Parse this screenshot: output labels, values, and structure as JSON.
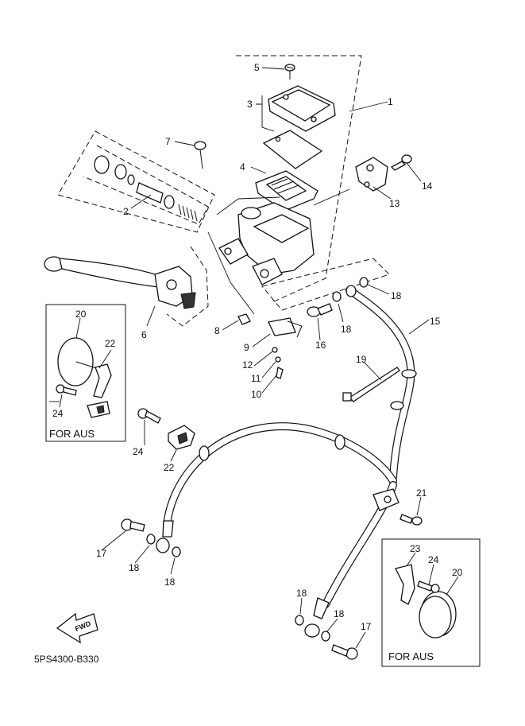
{
  "diagram": {
    "code": "5PS4300-B330",
    "fwd_label": "FWD",
    "inset_left_label": "FOR AUS",
    "inset_right_label": "FOR AUS",
    "callouts": [
      "1",
      "2",
      "3",
      "4",
      "5",
      "6",
      "7",
      "8",
      "9",
      "10",
      "11",
      "12",
      "13",
      "14",
      "15",
      "16",
      "17",
      "17",
      "18",
      "18",
      "18",
      "18",
      "18",
      "18",
      "19",
      "20",
      "20",
      "21",
      "22",
      "22",
      "23",
      "24",
      "24",
      "24"
    ]
  }
}
